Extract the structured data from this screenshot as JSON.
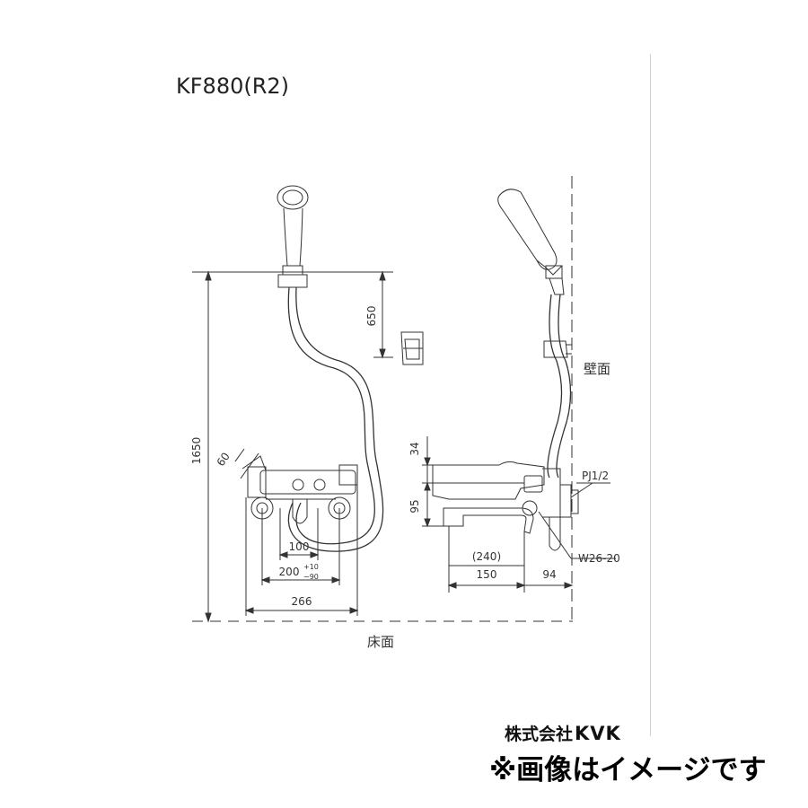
{
  "title": "KF880(R2)",
  "labels": {
    "wall": "壁面",
    "floor": "床面",
    "thread_pj": "PJ1/2",
    "thread_w": "W26-20"
  },
  "dimensions": {
    "total_height": "1650",
    "hook_offset": "650",
    "head_depth": "60",
    "pitch_inner": "100",
    "pitch_center": "200",
    "tol_plus": "+10",
    "tol_minus": "−90",
    "width_total": "266",
    "top_offset": "34",
    "spout_height": "95",
    "spout_reach_paren": "(240)",
    "spout_reach": "150",
    "wall_offset": "94"
  },
  "footer": {
    "company_prefix": "株式会社",
    "company_brand": "KVK",
    "image_note": "※画像はイメージです"
  }
}
